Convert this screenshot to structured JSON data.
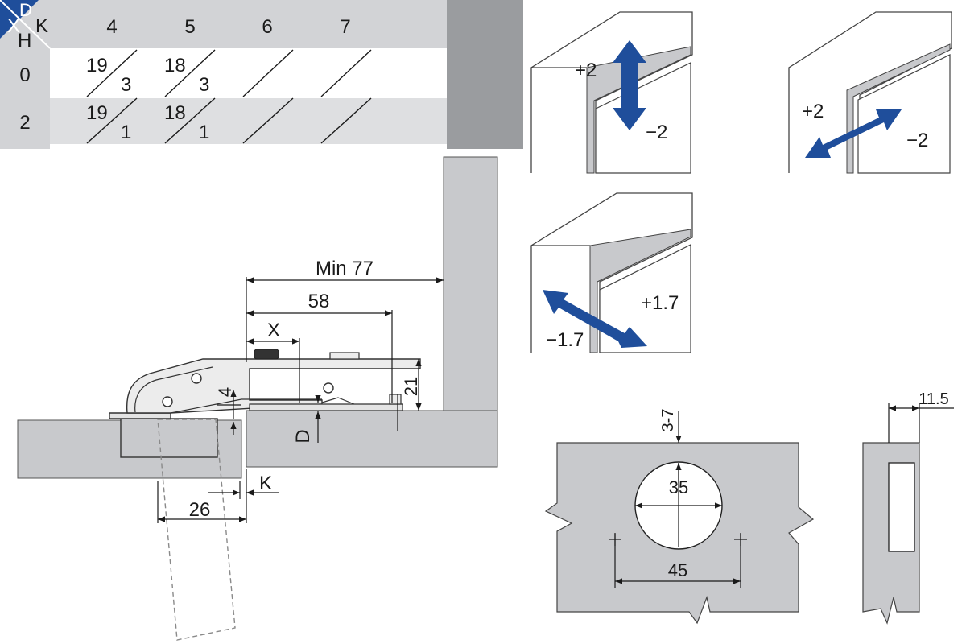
{
  "table": {
    "corner_x": "X",
    "corner_d": "D",
    "corner_k": "K",
    "corner_h": "H",
    "columns": [
      "4",
      "5",
      "6",
      "7"
    ],
    "rows": [
      {
        "h": "0",
        "cells": [
          {
            "top": "19",
            "bottom": "3"
          },
          {
            "top": "18",
            "bottom": "3"
          },
          {
            "top": "",
            "bottom": ""
          },
          {
            "top": "",
            "bottom": ""
          }
        ]
      },
      {
        "h": "2",
        "cells": [
          {
            "top": "19",
            "bottom": "1"
          },
          {
            "top": "18",
            "bottom": "1"
          },
          {
            "top": "",
            "bottom": ""
          },
          {
            "top": "",
            "bottom": ""
          }
        ]
      }
    ]
  },
  "section": {
    "min": "Min 77",
    "d58": "58",
    "x": "X",
    "d4": "4",
    "d21": "21",
    "d_label": "D",
    "k": "K",
    "d26": "26"
  },
  "adjust": {
    "vertical": {
      "plus": "+2",
      "minus": "−2"
    },
    "side": {
      "plus": "+2",
      "minus": "−2"
    },
    "depth": {
      "plus": "+1.7",
      "minus": "−1.7"
    }
  },
  "drilling": {
    "edge": "3-7",
    "diameter": "35",
    "spacing": "45",
    "depth": "11.5"
  },
  "colors": {
    "panel": "#c8c9cc",
    "panel_dark": "#8d8f93",
    "arrow": "#1f4e9b",
    "table_band": "#d2d3d6",
    "table_side": "#9a9c9f"
  }
}
